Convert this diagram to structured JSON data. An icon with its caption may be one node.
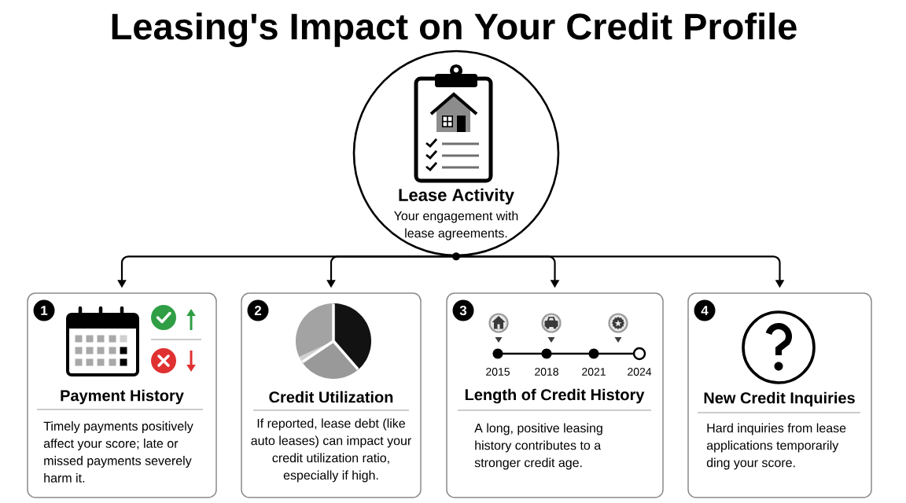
{
  "diagram": {
    "title": "Leasing's Impact on Your Credit Profile",
    "nodes": [
      {
        "text": [
          "Lease Activity",
          "Your engagement with lease agreements."
        ]
      },
      {
        "text": [
          "Payment History",
          "Timely payments positively affect your score; late or missed payments severely harm it."
        ]
      },
      {
        "text": [
          "1"
        ],
        "in": 1
      },
      {
        "text": [
          "Credit Utilization",
          "If reported, lease debt (like auto leases) can impact your credit utilization ratio, especially if high."
        ]
      },
      {
        "text": [
          "2"
        ],
        "in": 3
      },
      {
        "text": [
          "Length of Credit History",
          "A long, positive leasing history contributes to a stronger credit age."
        ]
      },
      {
        "text": [
          "3"
        ],
        "in": 5
      },
      {
        "text": [
          "New Credit Inquiries",
          "Hard inquiries from lease applications temporarily ding your score."
        ]
      },
      {
        "text": [
          "4"
        ],
        "in": 7
      }
    ],
    "edges": [
      {
        "from": 0,
        "to": 1,
        "arrow": "to"
      },
      {
        "from": 0,
        "to": 3,
        "arrow": "to"
      },
      {
        "from": 0,
        "to": 5,
        "arrow": "to"
      },
      {
        "from": 0,
        "to": 7,
        "arrow": "to"
      }
    ],
    "labels": [
      "2015",
      "2018",
      "2021",
      "2024"
    ]
  }
}
